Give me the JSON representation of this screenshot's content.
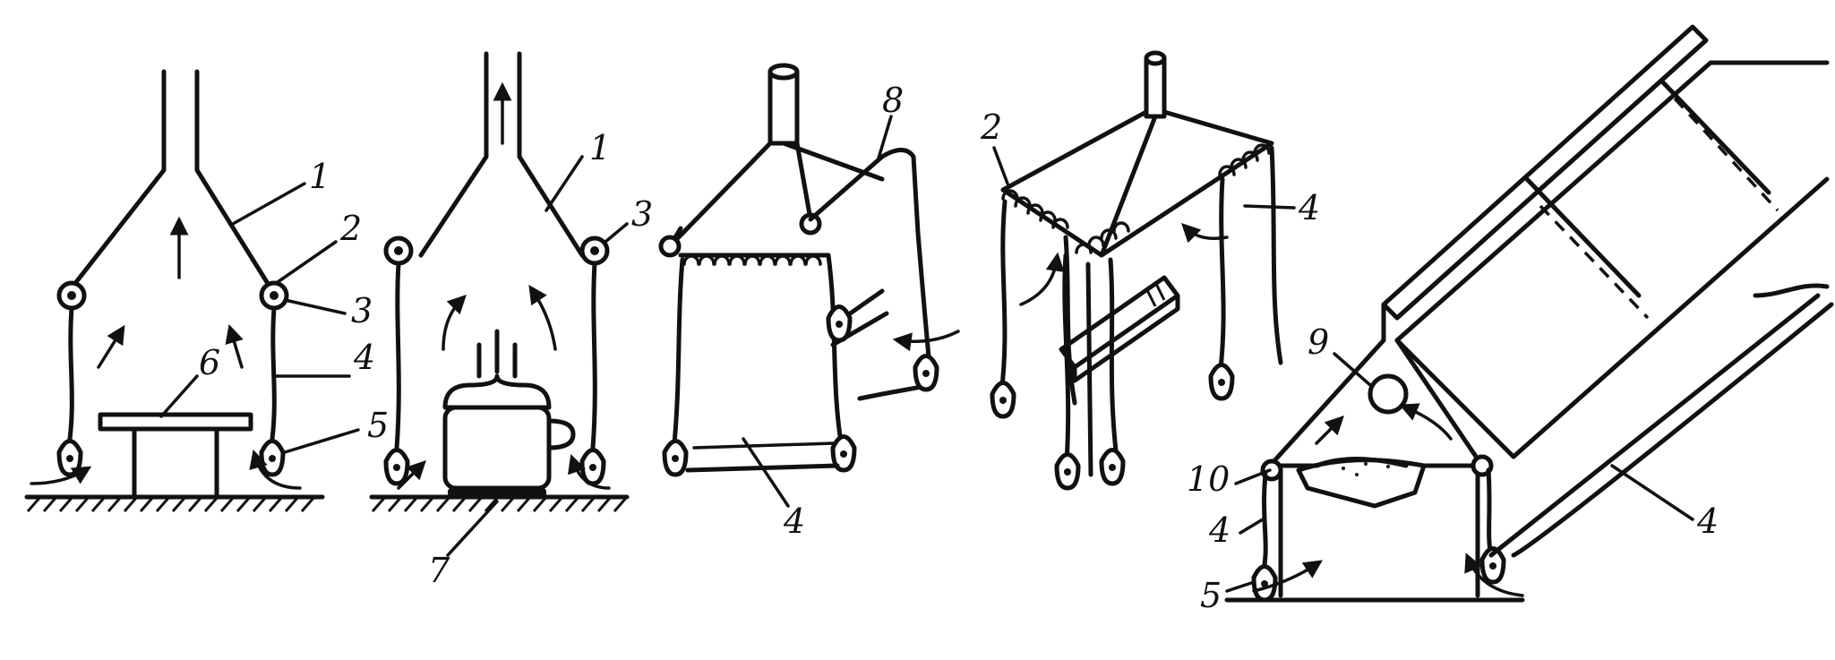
{
  "colors": {
    "ink": "#111111",
    "paper": "#ffffff"
  },
  "labels": {
    "fig1": {
      "l1": "1",
      "l2": "2",
      "l3": "3",
      "l4": "4",
      "l5": "5",
      "l6": "6"
    },
    "fig2": {
      "l1": "1",
      "l3": "3",
      "l7": "7"
    },
    "fig3": {
      "l4": "4",
      "l8": "8"
    },
    "fig4": {
      "l2": "2",
      "l4": "4"
    },
    "fig5": {
      "l4a": "4",
      "l4b": "4",
      "l5": "5",
      "l9": "9",
      "l10": "10"
    }
  }
}
